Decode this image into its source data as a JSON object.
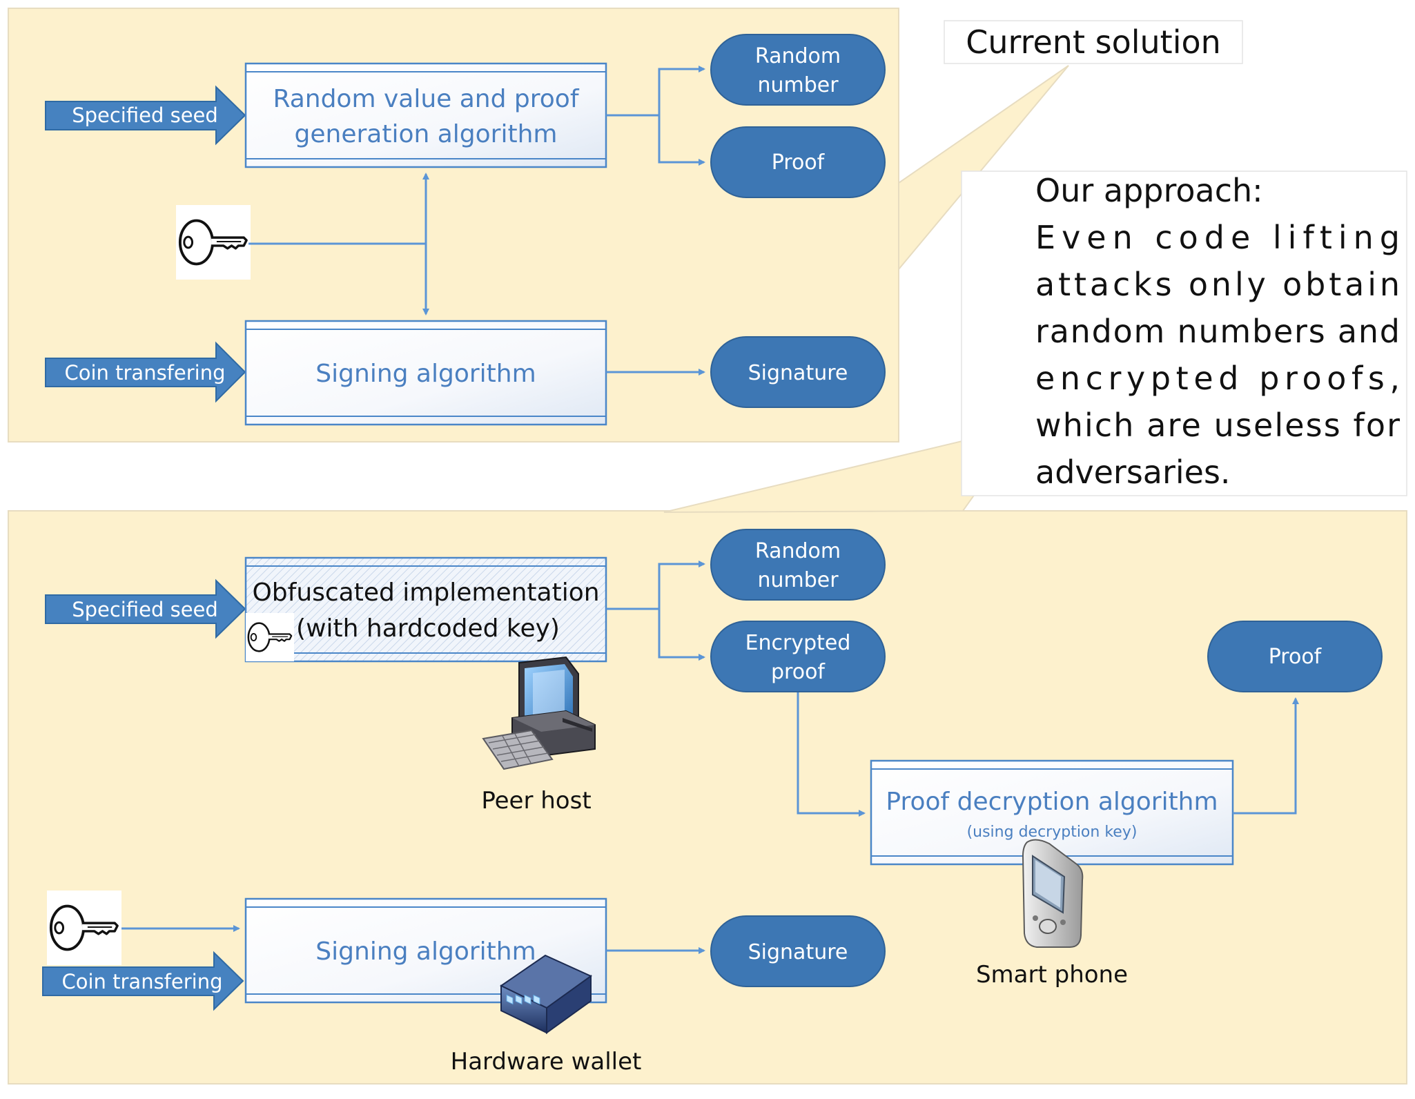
{
  "top_panel": {
    "input_seed": "Specified seed",
    "input_coin": "Coin transfering",
    "random_proof_algo": [
      "Random value and proof",
      "generation algorithm"
    ],
    "signing_algo": "Signing algorithm",
    "out_random": [
      "Random",
      "number"
    ],
    "out_proof": "Proof",
    "out_signature": "Signature"
  },
  "callouts": {
    "current_solution": "Current solution",
    "our_approach": [
      "Our approach:",
      "Even code lifting",
      "attacks only obtain",
      "random numbers and",
      "encrypted proofs,",
      "which are useless for",
      "adversaries."
    ]
  },
  "bottom_panel": {
    "input_seed": "Specified seed",
    "input_coin": "Coin transfering",
    "obfuscated_impl": [
      "Obfuscated implementation",
      "(with hardcoded key)"
    ],
    "signing_algo": "Signing algorithm",
    "out_random": [
      "Random",
      "number"
    ],
    "out_encrypted_proof": [
      "Encrypted",
      "proof"
    ],
    "out_proof": "Proof",
    "out_signature": "Signature",
    "decryption_algo": "Proof decryption algorithm",
    "decryption_sub": "(using decryption key)",
    "peer_host": "Peer host",
    "smart_phone": "Smart phone",
    "hardware_wallet": "Hardware wallet"
  },
  "icons": [
    "key-icon",
    "computer-icon",
    "smartphone-icon",
    "hardware-wallet-icon"
  ],
  "colors": {
    "panel_fill": "#fdf1cd",
    "pill_fill": "#3d77b4",
    "connector": "#5b95d6",
    "process_text": "#4a7fc0"
  }
}
